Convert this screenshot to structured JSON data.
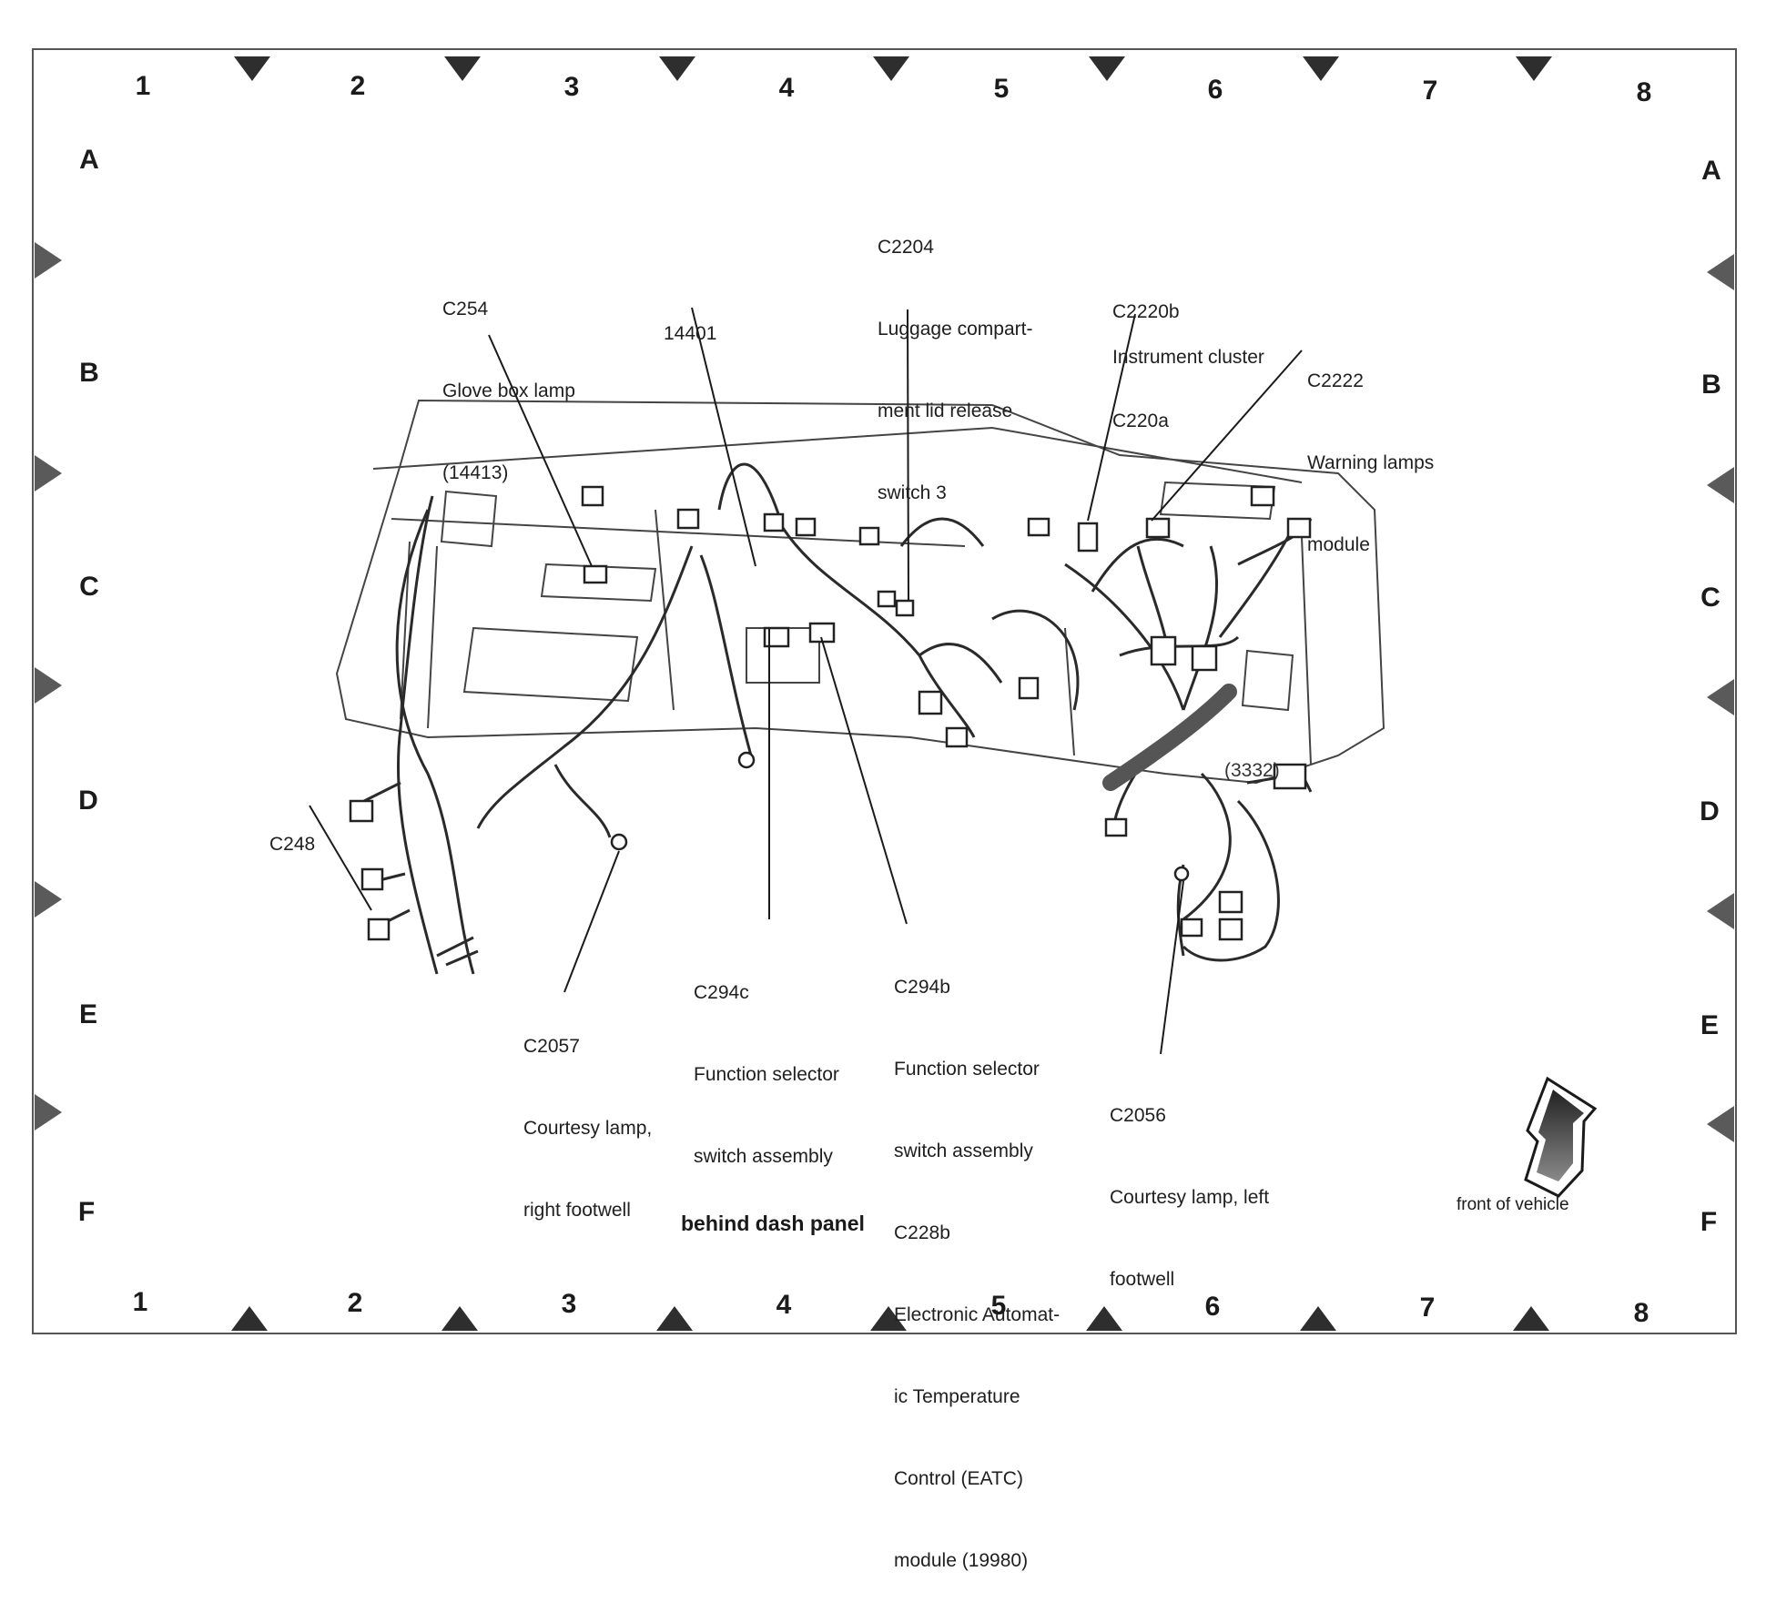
{
  "grid": {
    "columns": [
      "1",
      "2",
      "3",
      "4",
      "5",
      "6",
      "7",
      "8"
    ],
    "rows": [
      "A",
      "B",
      "C",
      "D",
      "E",
      "F"
    ]
  },
  "callouts": {
    "c254": {
      "code": "C254",
      "desc1": "Glove box lamp",
      "desc2": "(14413)"
    },
    "c14401": {
      "code": "14401"
    },
    "c2204": {
      "code": "C2204",
      "desc1": "Luggage compart-",
      "desc2": "ment lid release",
      "desc3": "switch 3"
    },
    "c2220": {
      "code_b": "C2220b",
      "code_a": "C220a",
      "desc": "Instrument cluster"
    },
    "c2222": {
      "code": "C2222",
      "desc1": "Warning lamps",
      "desc2": "module"
    },
    "c248": {
      "code": "C248"
    },
    "c2057": {
      "code": "C2057",
      "desc1": "Courtesy lamp,",
      "desc2": "right footwell"
    },
    "c294c": {
      "code": "C294c",
      "desc1": "Function selector",
      "desc2": "switch assembly"
    },
    "c294b": {
      "code": "C294b",
      "desc1": "Function selector",
      "desc2": "switch assembly",
      "code2": "C228b",
      "desc3": "Electronic Automat-",
      "desc4": "ic Temperature",
      "desc5": "Control (EATC)",
      "desc6": "module (19980)"
    },
    "c2056": {
      "code": "C2056",
      "desc1": "Courtesy lamp, left",
      "desc2": "footwell"
    }
  },
  "partial_label": "(3332)",
  "caption": "behind dash panel",
  "front_label": "front of vehicle",
  "colors": {
    "ink": "#1b1b1b",
    "marker": "#3a3a3a",
    "marker_gray": "#8a8a8a"
  }
}
